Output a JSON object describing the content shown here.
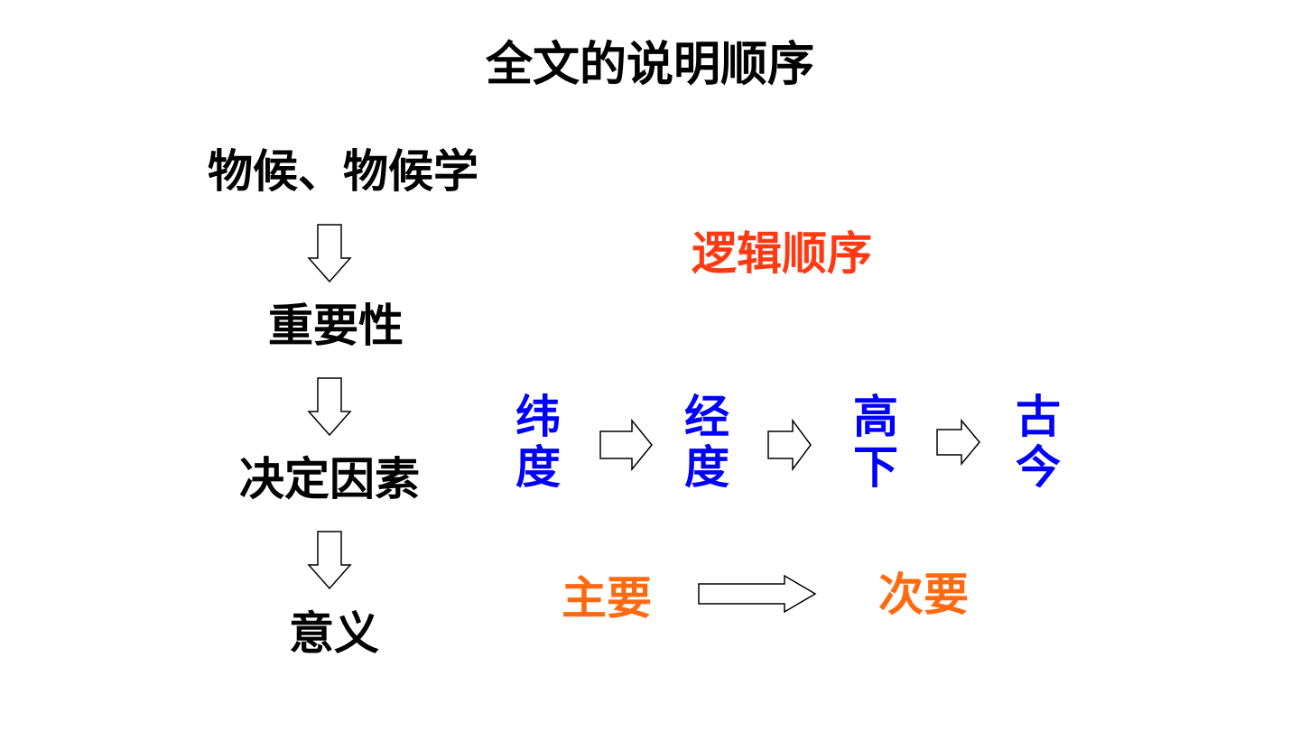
{
  "title": "全文的说明顺序",
  "left_chain": {
    "items": [
      "物候、物候学",
      "重要性",
      "决定因素",
      "意义"
    ]
  },
  "logic_label": "逻辑顺序",
  "sequence": [
    {
      "chars": [
        "纬",
        "度"
      ]
    },
    {
      "chars": [
        "经",
        "度"
      ]
    },
    {
      "chars": [
        "高",
        "下"
      ]
    },
    {
      "chars": [
        "古",
        "今"
      ]
    }
  ],
  "priority": {
    "from": "主要",
    "to": "次要"
  },
  "colors": {
    "text": "#000000",
    "logic": "#ff3a12",
    "sequence": "#0000ff",
    "priority": "#ff6a10"
  }
}
